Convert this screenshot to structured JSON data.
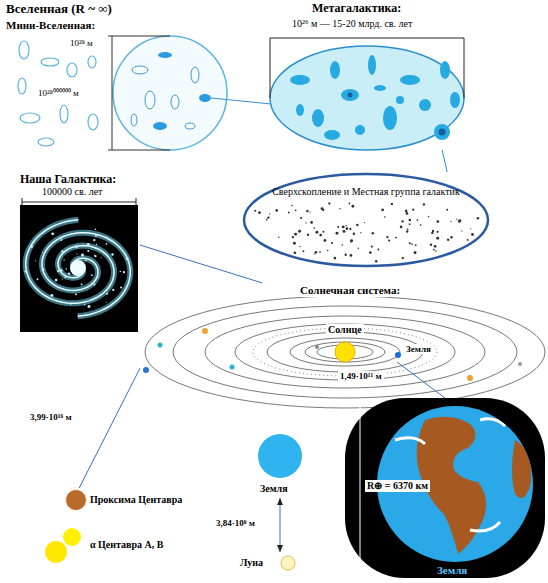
{
  "diagram": {
    "title": "Вселенная (R ~ ∞)",
    "nodes": [
      {
        "text": [
          "Метагалактика:",
          "10²⁶ м — 15-20 млрд. св. лет"
        ]
      },
      {
        "text": [
          "Сверхскопление и Местная группа галактик"
        ]
      },
      {
        "text": [
          "Наша Галактика:",
          "100000 св. лет"
        ]
      },
      {
        "text": [
          "Солнечная система:"
        ]
      },
      {
        "text": [
          "Солнце"
        ],
        "in": 3
      },
      {
        "text": [
          "Земля"
        ],
        "in": 3
      },
      {
        "text": [
          "Земля"
        ]
      },
      {
        "text": [
          "Луна"
        ]
      },
      {
        "text": [
          "R⊕ = 6370 км",
          "Земля"
        ]
      },
      {
        "text": [
          "Проксима Центавра"
        ]
      },
      {
        "text": [
          "α Центавра А, В"
        ]
      }
    ],
    "edges": [
      {
        "from": 0,
        "to": 1,
        "arrow": "none"
      },
      {
        "from": 2,
        "to": 3,
        "arrow": "none"
      },
      {
        "from": 3,
        "to": 9,
        "label": "3,99·10¹⁶ м",
        "arrow": "none"
      },
      {
        "from": 5,
        "to": 8,
        "arrow": "none"
      },
      {
        "from": 6,
        "to": 7,
        "label": "3,84·10⁸ м",
        "arrow": "both"
      }
    ],
    "labels": [
      "Мини-Вселенная:",
      "10²⁸ м",
      "10²⁸⁰⁰⁰⁰⁰⁰ м",
      "1,49·10¹¹ м"
    ]
  }
}
